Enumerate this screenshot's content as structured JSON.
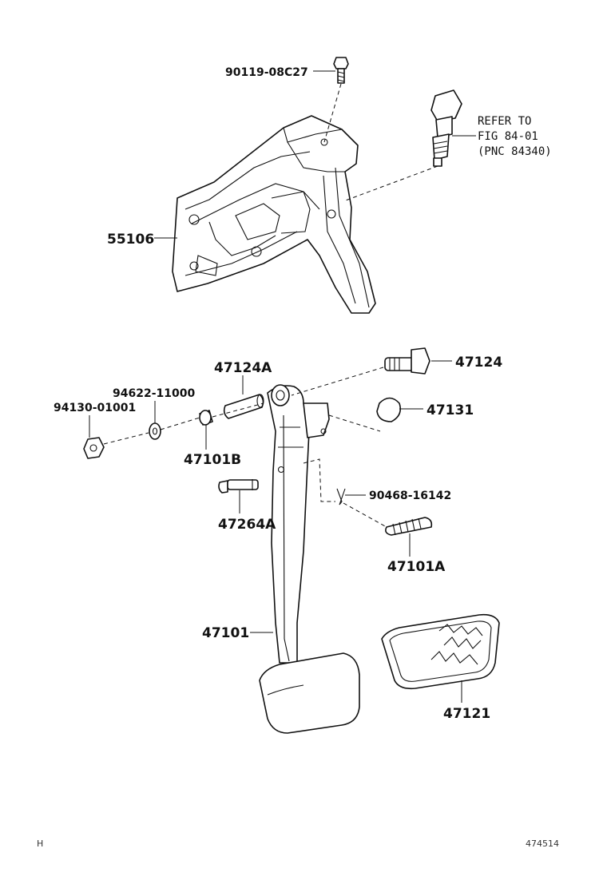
{
  "parts": {
    "p_90119": "90119-08C27",
    "p_55106": "55106",
    "p_47124A": "47124A",
    "p_47124": "47124",
    "p_94622": "94622-11000",
    "p_94130": "94130-01001",
    "p_47131": "47131",
    "p_47101B": "47101B",
    "p_90468": "90468-16142",
    "p_47264A": "47264A",
    "p_47101A": "47101A",
    "p_47101": "47101",
    "p_47121": "47121"
  },
  "reference": {
    "line1": "REFER TO",
    "line2": "FIG 84-01",
    "line3": "(PNC 84340)"
  },
  "footer": {
    "left_mark": "H",
    "figure_code": "474514"
  }
}
